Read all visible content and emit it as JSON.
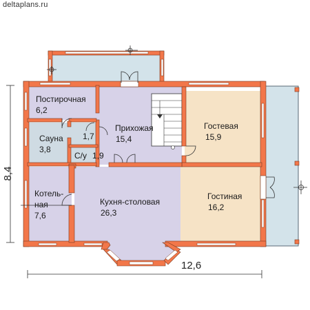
{
  "site": "deltaplans.ru",
  "colors": {
    "wall": "#f2774a",
    "wall_line": "#7a3a20",
    "room_lilac": "#d7d2e8",
    "room_blue": "#cfdbe3",
    "room_peach": "#f6e3c6",
    "terrace": "#d3e3ea",
    "window": "#ffffff"
  },
  "rooms": [
    {
      "id": "postirochnaya",
      "name": "Постирочная",
      "area": "6,2"
    },
    {
      "id": "sauna",
      "name": "Сауна",
      "area": "3,8"
    },
    {
      "id": "prihozhaya",
      "name": "Прихожая",
      "area": "15,4"
    },
    {
      "id": "gostevaya",
      "name": "Гостевая",
      "area": "15,9"
    },
    {
      "id": "su",
      "name": "С/у",
      "area": "1,9"
    },
    {
      "id": "tambur",
      "name": "",
      "area": "1,7"
    },
    {
      "id": "kotelnaya",
      "name_line1": "Котель-",
      "name_line2": "ная",
      "area": "7,6"
    },
    {
      "id": "kuhnya",
      "name": "Кухня-столовая",
      "area": "26,3"
    },
    {
      "id": "gostinaya",
      "name": "Гостиная",
      "area": "16,2"
    }
  ],
  "dimensions": {
    "width": "12,6",
    "height": "8,4"
  }
}
